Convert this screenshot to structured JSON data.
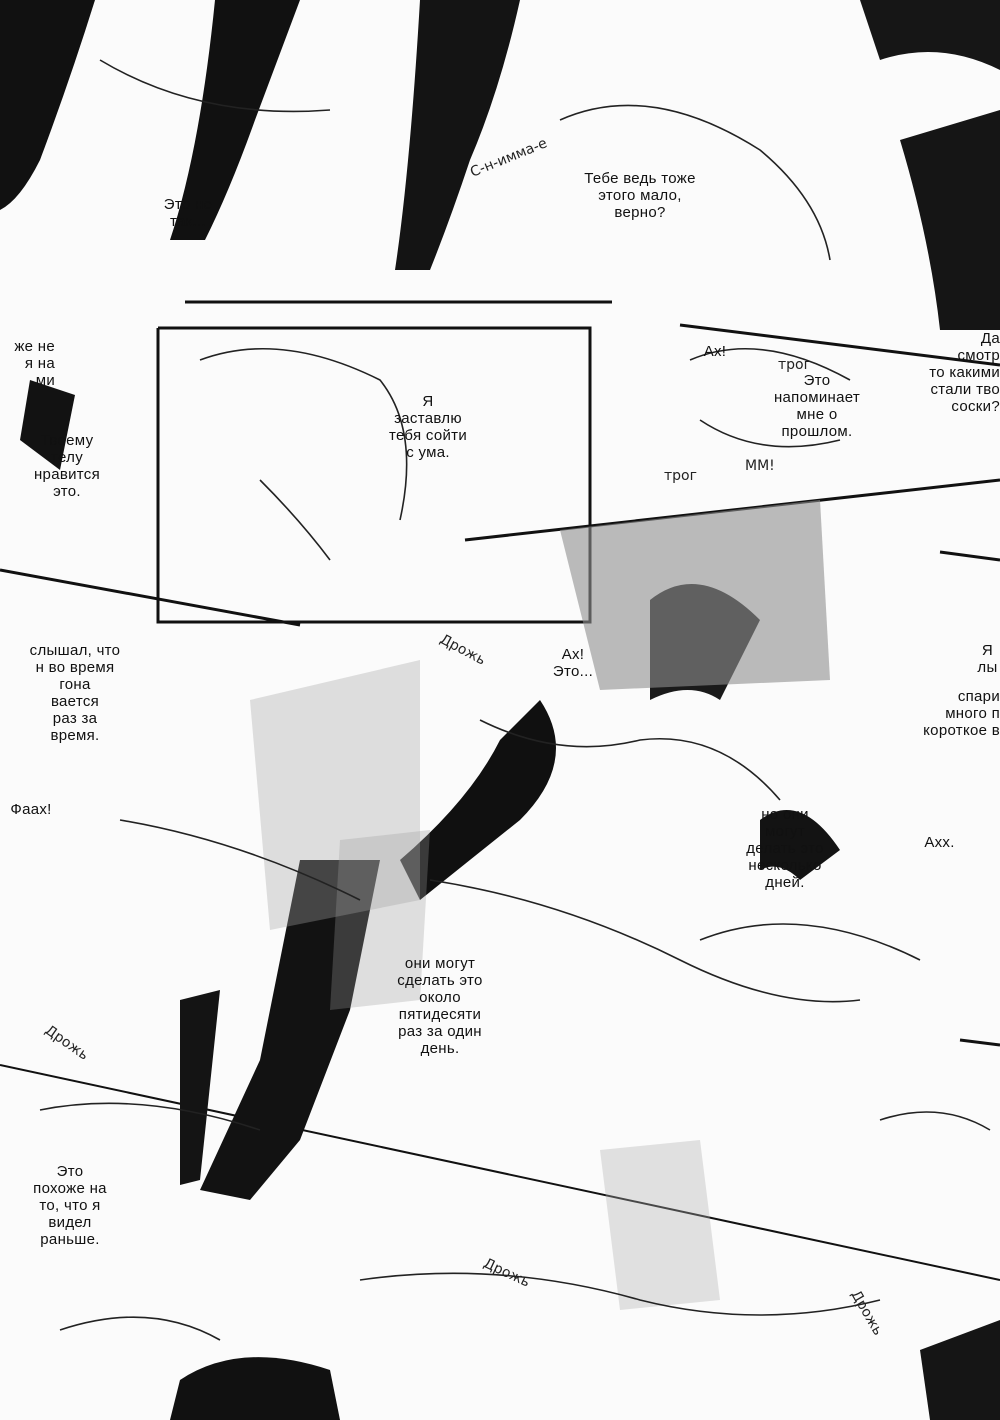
{
  "bubbles": {
    "b1": "Это не\nтак...",
    "b2": "Тебе ведь тоже\nэтого мало,\nверно?",
    "b3": "же не\nя на\nми",
    "b4": "Твоему\nтелу\nнравится\nэто.",
    "b5": "Я\nзаставлю\nтебя сойти\nс ума.",
    "b6": "Ах!",
    "b7": "Это\nнапоминает\nмне о\nпрошлом.",
    "b8": "Да\nсмотр\nто какими\nстали тво\nсоски?",
    "b9": "слышал, что\nн во время\nгона\nвается\nраз за\nвремя.",
    "b10": "Фаах!",
    "b11": "Ах!\nЭто...",
    "b12": "Я\nлы",
    "b13": "спари\nмного п\nкороткое в",
    "b14": "но они\nмогут\nделать это\nнесколько\nдней.",
    "b15": "Ахх.",
    "b16": "они могут\nсделать это\nоколо\nпятидесяти\nраз за один\nдень.",
    "b17": "Это\nпохоже на\nто, что я\nвидел\nраньше."
  },
  "sfx": {
    "s1": "С-н-имма-е",
    "s2": "трог",
    "s3": "трог",
    "s4": "ММ!",
    "s5": "Дрожь",
    "s6": "Дрожь",
    "s7": "Дрожь",
    "s8": "Дрожь"
  },
  "colors": {
    "ink": "#111111",
    "paper": "#fbfbfb",
    "tone": "#9a9a9a"
  }
}
